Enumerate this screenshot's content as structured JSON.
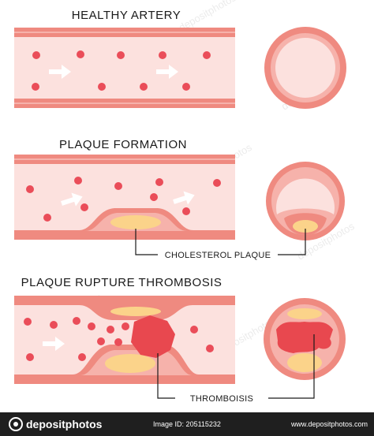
{
  "titles": {
    "healthy": "HEALTHY ARTERY",
    "formation": "PLAQUE FORMATION",
    "rupture": "PLAQUE RUPTURE THROMBOSIS"
  },
  "labels": {
    "cholesterol": "CHOLESTEROL PLAQUE",
    "thrombosis": "THROMBOISIS"
  },
  "watermark": "depositphotos",
  "footer": {
    "logo_text": "depositphotos",
    "image_id": "Image ID: 205115232",
    "url": "www.depositphotos.com"
  },
  "colors": {
    "wall": "#ef8a80",
    "lumen": "#fce1de",
    "plaque": "#fbd38a",
    "blood_cell": "#ea4d59",
    "clot": "#e8484f",
    "arrow": "#ffffff",
    "footer_bg": "#1f1f1f"
  }
}
